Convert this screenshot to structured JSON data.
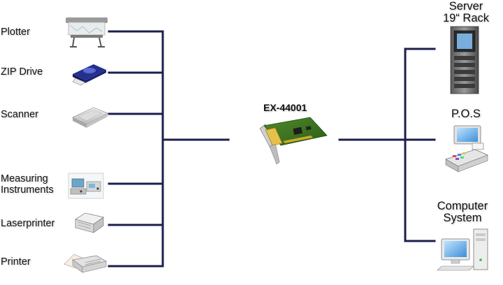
{
  "center_device": {
    "label": "EX-44001"
  },
  "left_devices": [
    {
      "label": "Plotter",
      "icon": "plotter-icon"
    },
    {
      "label": "ZIP Drive",
      "icon": "zip-drive-icon"
    },
    {
      "label": "Scanner",
      "icon": "scanner-icon"
    },
    {
      "label": "Measuring\nInstruments",
      "label_line1": "Measuring",
      "label_line2": "Instruments",
      "icon": "measuring-instruments-icon"
    },
    {
      "label": "Laserprinter",
      "icon": "laserprinter-icon"
    },
    {
      "label": "Printer",
      "icon": "printer-icon"
    }
  ],
  "right_devices": [
    {
      "label_line1": "Server",
      "label_line2": "19“ Rack",
      "icon": "server-rack-icon"
    },
    {
      "label_line1": "P.O.S",
      "icon": "pos-terminal-icon"
    },
    {
      "label_line1": "Computer",
      "label_line2": "System",
      "icon": "computer-icon"
    }
  ],
  "colors": {
    "connector_line": "#1c1f4e",
    "text": "#111111"
  }
}
